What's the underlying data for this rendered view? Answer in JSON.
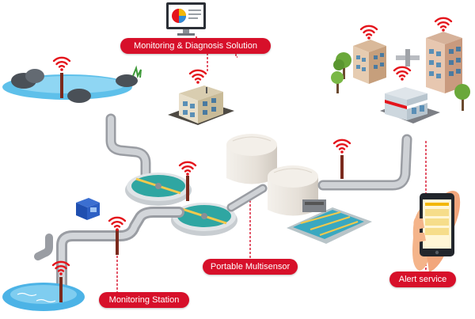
{
  "labels": {
    "monitoring_solution": "Monitoring & Diagnosis Solution",
    "portable_multisensor": "Portable Multisensor",
    "monitoring_station": "Monitoring Station",
    "alert_service": "Alert service"
  },
  "colors": {
    "label_bg": "#d7102a",
    "connector": "#d7102a",
    "pipe": "#b9bcc1",
    "water": "#4cb3e6",
    "tank": "#ebe6df",
    "clarifier_water": "#2fa6a2",
    "wifi": "#e4141b",
    "sensor_pole": "#7b2a1d"
  },
  "icons": [
    "monitor-icon",
    "pie-chart-icon",
    "wifi-icon",
    "river-icon",
    "rocks-icon",
    "pipe-icon",
    "clarifier-tank-icon",
    "storage-tank-icon",
    "filter-basin-icon",
    "sensor-pole-icon",
    "control-building-icon",
    "apartment-building-icon",
    "shop-building-icon",
    "tree-icon",
    "smartphone-icon",
    "hand-icon",
    "sensor-device-icon"
  ]
}
